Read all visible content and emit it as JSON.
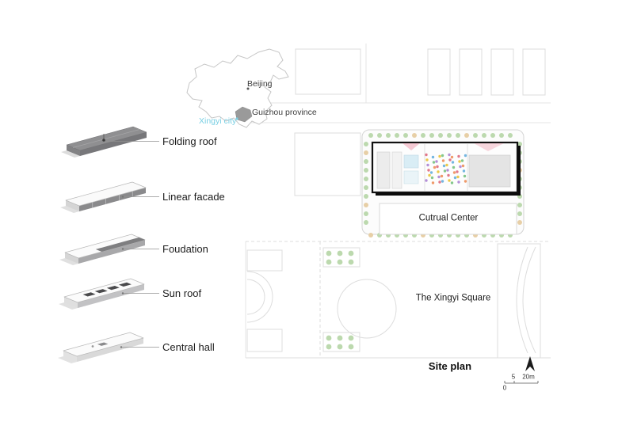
{
  "exploded": {
    "layers": [
      {
        "label": "Folding roof"
      },
      {
        "label": "Linear facade"
      },
      {
        "label": "Foudation"
      },
      {
        "label": "Sun roof"
      },
      {
        "label": "Central hall"
      }
    ]
  },
  "map": {
    "beijing_label": "Beijing",
    "province_label": "Guizhou province",
    "city_label": "Xingyi city",
    "city_color": "#79cfe3",
    "province_color": "#9a9a9a"
  },
  "site": {
    "building_label": "Cutrual Center",
    "square_label": "The Xingyi Square",
    "title": "Site plan",
    "scale": {
      "zero": "0",
      "five": "5",
      "twenty": "20m"
    },
    "tree_color": "#bcd9ae",
    "tree_accent": "#e7cfa6",
    "confetti_colors": [
      "#e2788a",
      "#74b6e0",
      "#ecc94b",
      "#85c78b",
      "#b48fd8",
      "#ef9a6a"
    ]
  }
}
